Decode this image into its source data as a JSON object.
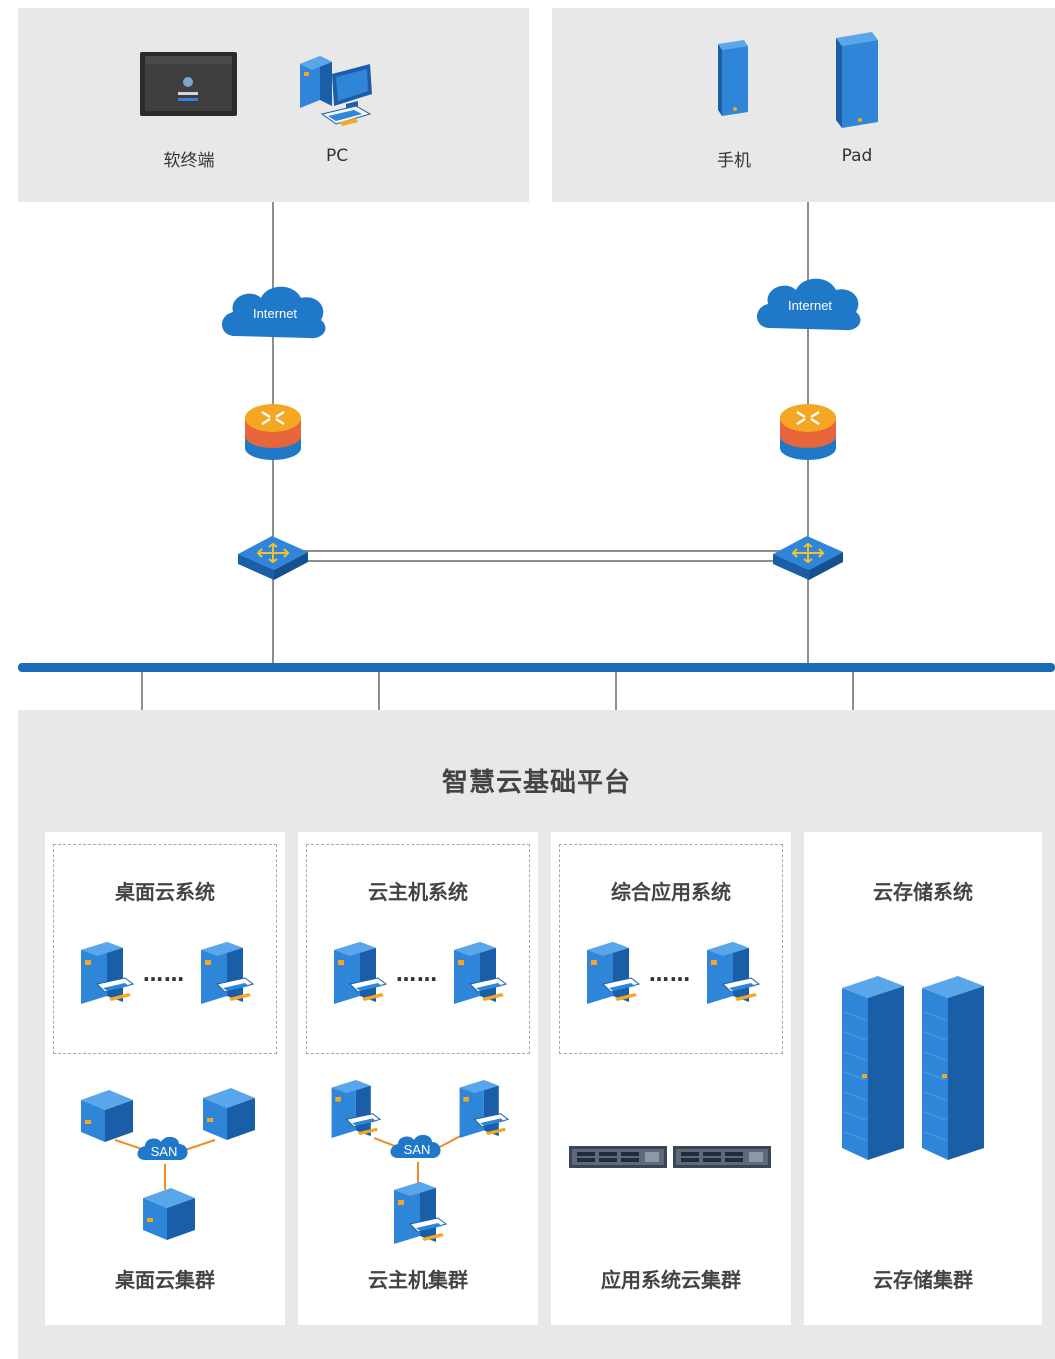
{
  "top_left": {
    "devices": [
      {
        "icon": "monitor-icon",
        "label": "软终端"
      },
      {
        "icon": "pc-icon",
        "label": "PC"
      }
    ]
  },
  "top_right": {
    "devices": [
      {
        "icon": "phone-icon",
        "label": "手机"
      },
      {
        "icon": "tablet-icon",
        "label": "Pad"
      }
    ]
  },
  "network": {
    "cloud_left": "Internet",
    "cloud_right": "Internet"
  },
  "platform": {
    "title": "智慧云基础平台",
    "columns": [
      {
        "top_title": "桌面云系统",
        "dots": "……",
        "bottom_title": "桌面云集群",
        "san": "SAN"
      },
      {
        "top_title": "云主机系统",
        "dots": "……",
        "bottom_title": "云主机集群",
        "san": "SAN"
      },
      {
        "top_title": "综合应用系统",
        "dots": "……",
        "bottom_title": "应用系统云集群"
      },
      {
        "top_title": "云存储系统",
        "bottom_title": "云存储集群"
      }
    ]
  },
  "colors": {
    "panel_bg": "#e8e8e8",
    "bus": "#1a6bb8",
    "device_blue": "#1f78c8",
    "router_orange": "#f5a623",
    "link_orange": "#f08a24"
  }
}
